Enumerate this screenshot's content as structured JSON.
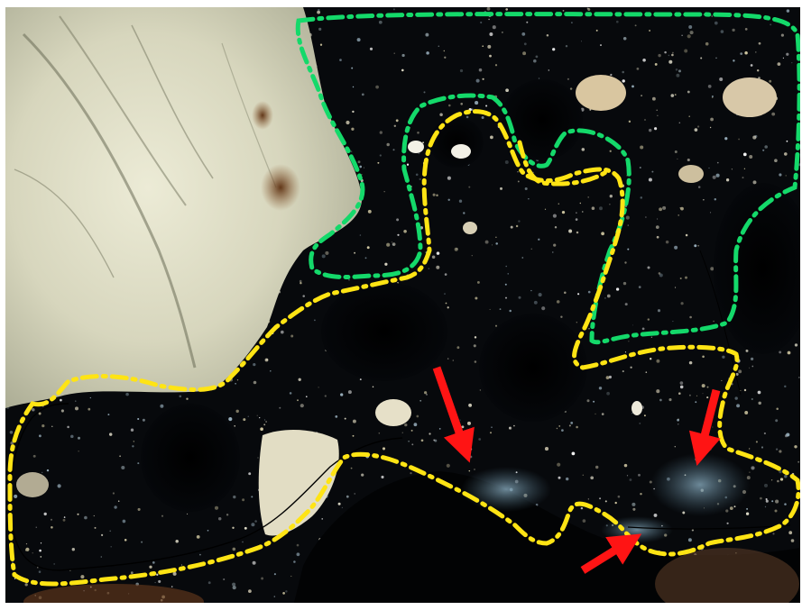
{
  "image": {
    "kind": "thin-section photomicrograph (cross-polarized light)",
    "annotations": {
      "outline_green": {
        "color": "#14d96a",
        "style": "dash-dot"
      },
      "outline_yellow": {
        "color": "#ffe414",
        "style": "dash-dot"
      },
      "outline_black": {
        "color": "#000000",
        "style": "solid-thin"
      },
      "arrows": {
        "color": "#ff1414",
        "count": 3
      }
    },
    "palette": {
      "matrix": "#07090c",
      "large_grain_light": "#dedcc6",
      "large_grain_dark": "#8d8e76",
      "stain_brown": "#6a3a16",
      "small_grain": "#d8c8a8"
    }
  }
}
